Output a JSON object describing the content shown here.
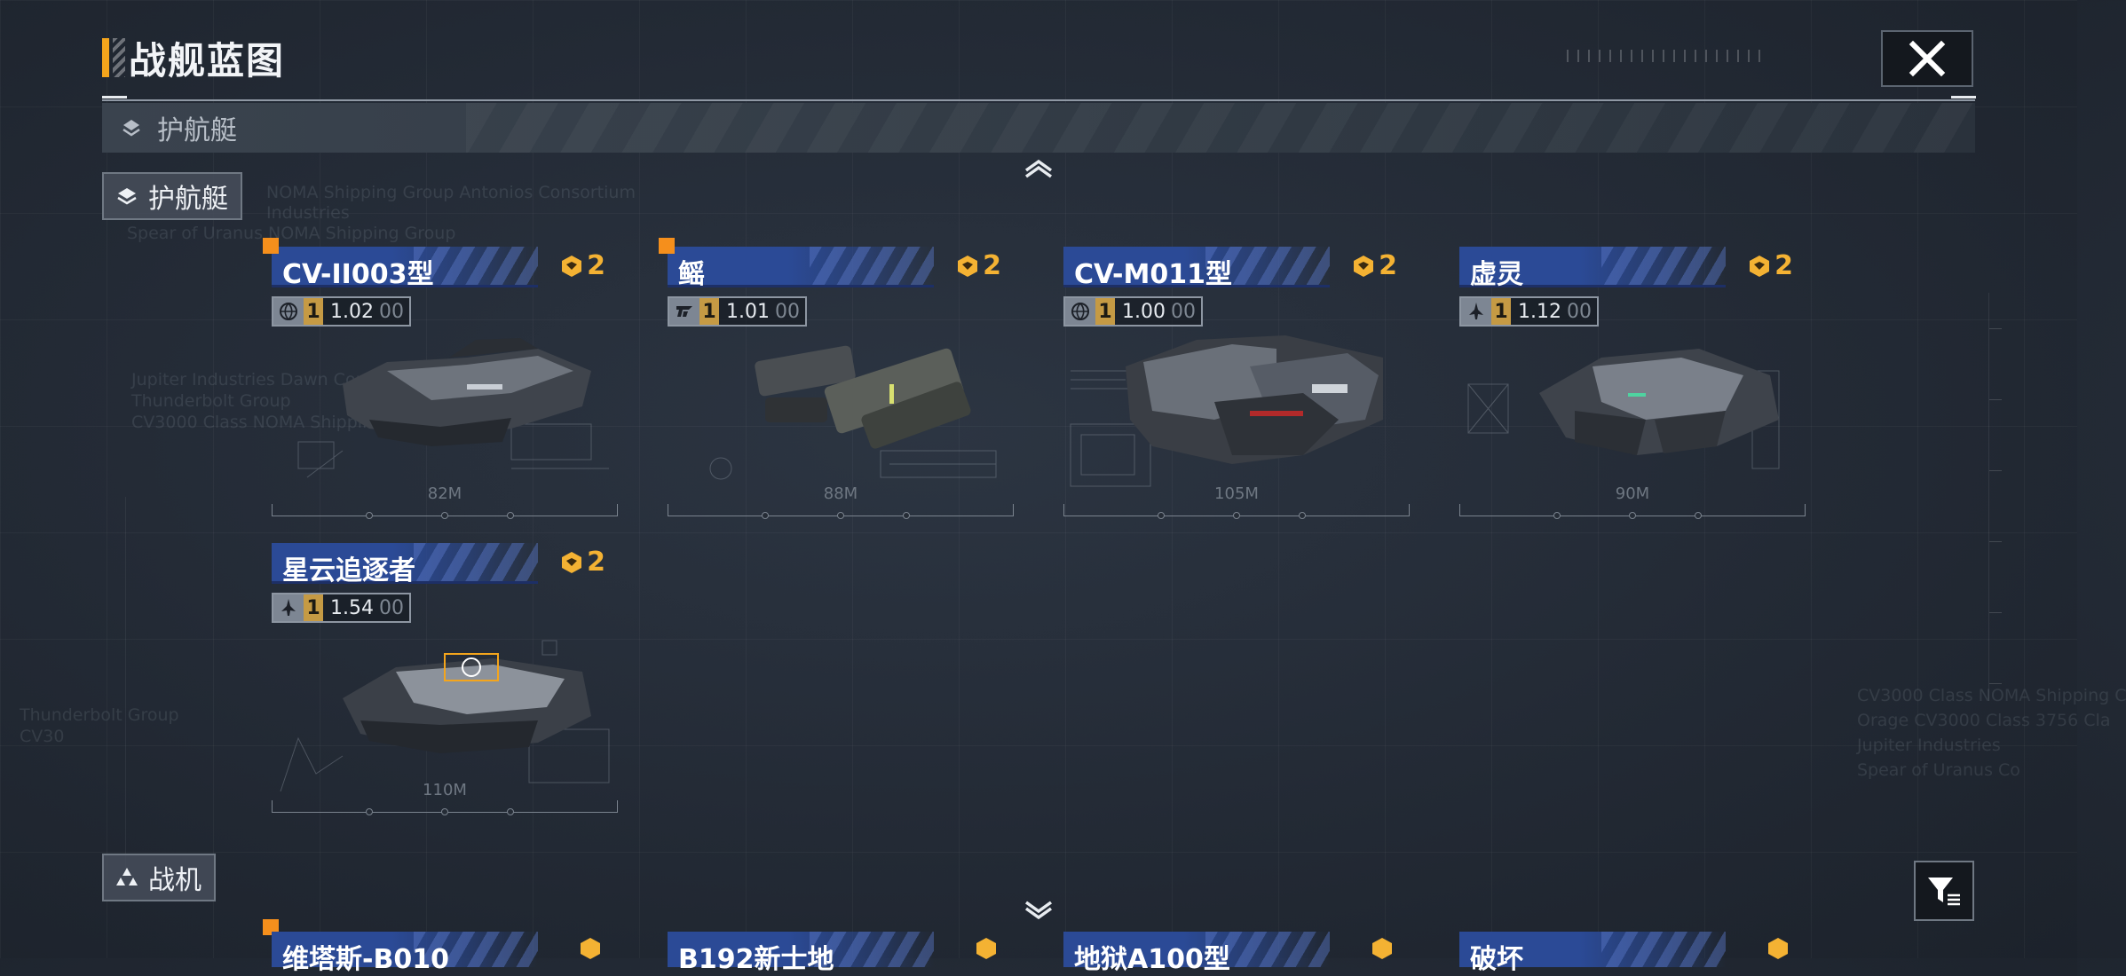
{
  "header": {
    "title": "战舰蓝图",
    "close_icon": "close-icon"
  },
  "category_bar": {
    "label": "护航艇",
    "icon": "layers-icon"
  },
  "sections": [
    {
      "label": "护航艇",
      "icon": "layers-icon"
    },
    {
      "label": "战机",
      "icon": "triangles-icon"
    }
  ],
  "watermarks": [
    "NOMA Shipping Group Antonios Consortium",
    "Industries",
    "Spear of Uranus    NOMA Shipping Group",
    "Jupiter Industries    Dawn Consortium",
    "Thunderbolt Group",
    "CV3000 Class NOMA Shipping Consortium",
    "Thunderbolt Group",
    "CV30",
    "CV3000 Class NOMA Shipping C",
    "Orage CV3000 Class 3756 Cla",
    "Jupiter Industries",
    "Spear of Uranus Co"
  ],
  "ships": [
    {
      "name": "CV-II003型",
      "cost": "2",
      "stat_icon": "globe-icon",
      "level": "1",
      "value": "1.02",
      "decimals": "00",
      "length": "82M",
      "new": true
    },
    {
      "name": "鳐",
      "cost": "2",
      "stat_icon": "faction-emblem-icon",
      "level": "1",
      "value": "1.01",
      "decimals": "00",
      "length": "88M",
      "new": true
    },
    {
      "name": "CV-M011型",
      "cost": "2",
      "stat_icon": "globe-icon",
      "level": "1",
      "value": "1.00",
      "decimals": "00",
      "length": "105M",
      "new": false
    },
    {
      "name": "虚灵",
      "cost": "2",
      "stat_icon": "ship-silhouette-icon",
      "level": "1",
      "value": "1.12",
      "decimals": "00",
      "length": "90M",
      "new": false
    },
    {
      "name": "星云追逐者",
      "cost": "2",
      "stat_icon": "ship-silhouette-icon",
      "level": "1",
      "value": "1.54",
      "decimals": "00",
      "length": "110M",
      "new": false
    }
  ],
  "partial_ships": [
    {
      "name": "维塔斯-B010"
    },
    {
      "name": "B192新士地"
    },
    {
      "name": "地狱A100型"
    },
    {
      "name": "破坏"
    }
  ],
  "colors": {
    "accent_orange": "#f4a51c",
    "name_bar_blue": "#2b4a96",
    "cost_gold": "#f4b233"
  }
}
